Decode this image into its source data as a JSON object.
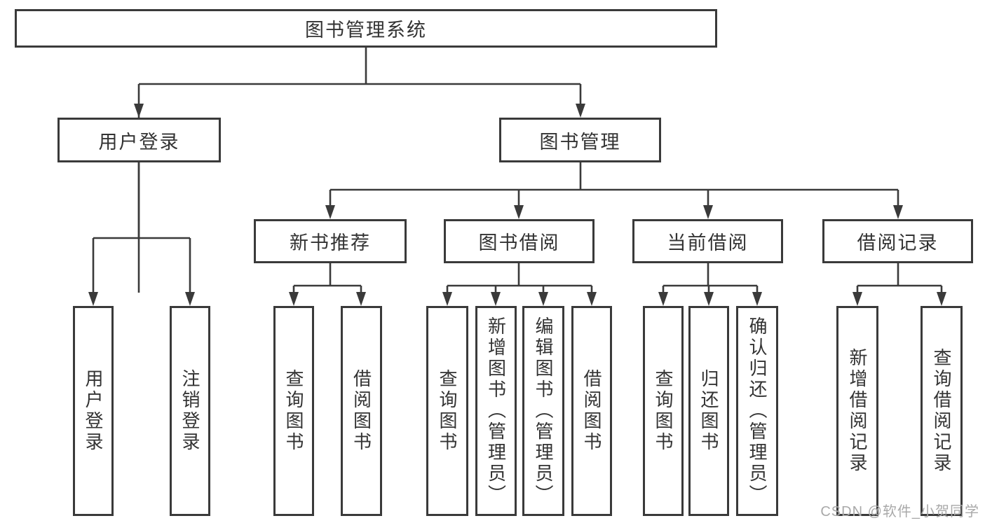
{
  "diagram": {
    "root": {
      "label": "图书管理系统"
    },
    "branches": [
      {
        "label": "用户登录",
        "children": [
          {
            "label": "用户登录"
          },
          {
            "label": "注销登录"
          }
        ]
      },
      {
        "label": "图书管理",
        "children": [
          {
            "label": "新书推荐",
            "children": [
              {
                "label": "查询图书"
              },
              {
                "label": "借阅图书"
              }
            ]
          },
          {
            "label": "图书借阅",
            "children": [
              {
                "label": "查询图书"
              },
              {
                "label": "新增图书（管理员）"
              },
              {
                "label": "编辑图书（管理员）"
              },
              {
                "label": "借阅图书"
              }
            ]
          },
          {
            "label": "当前借阅",
            "children": [
              {
                "label": "查询图书"
              },
              {
                "label": "归还图书"
              },
              {
                "label": "确认归还（管理员）"
              }
            ]
          },
          {
            "label": "借阅记录",
            "children": [
              {
                "label": "新增借阅记录"
              },
              {
                "label": "查询借阅记录"
              }
            ]
          }
        ]
      }
    ]
  },
  "watermark": "CSDN @软件_小贺同学",
  "colors": {
    "line": "#3a3a3a",
    "text": "#333333",
    "watermark": "#a9a9a9"
  }
}
